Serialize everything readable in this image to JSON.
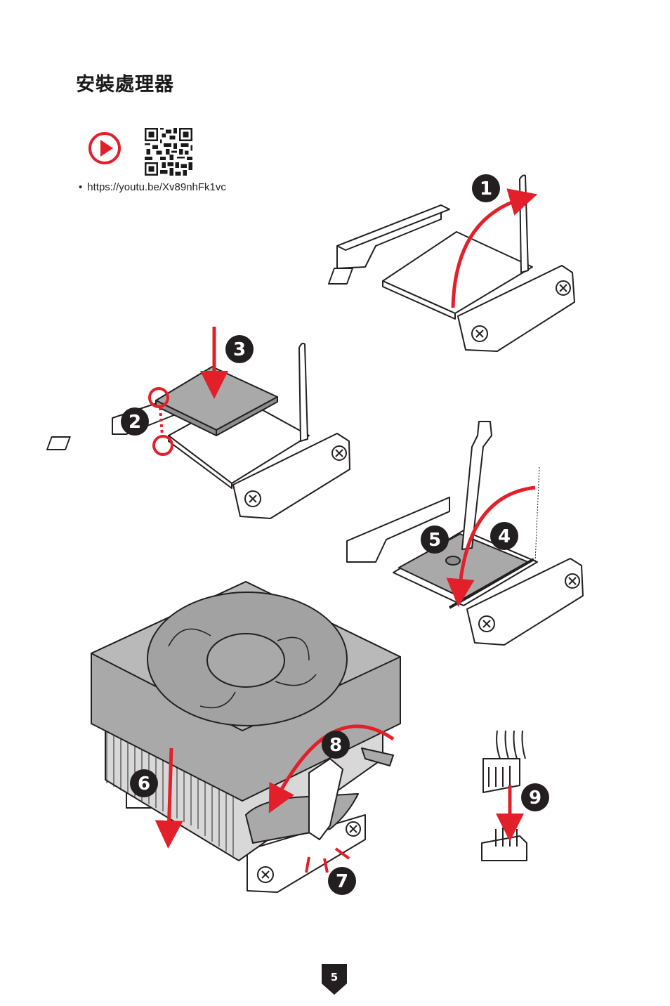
{
  "page": {
    "title": "安裝處理器",
    "video_link": "https://youtu.be/Xv89nhFk1vc",
    "page_number": "5"
  },
  "steps": [
    "1",
    "2",
    "3",
    "4",
    "5",
    "6",
    "7",
    "8",
    "9"
  ],
  "colors": {
    "accent": "#e3202a",
    "ink": "#231f20",
    "part_fill": "#ffffff",
    "cooler_gray": "#a9a9a9"
  },
  "icons": {
    "play": "play-video-icon",
    "qr": "qr-code-icon"
  }
}
